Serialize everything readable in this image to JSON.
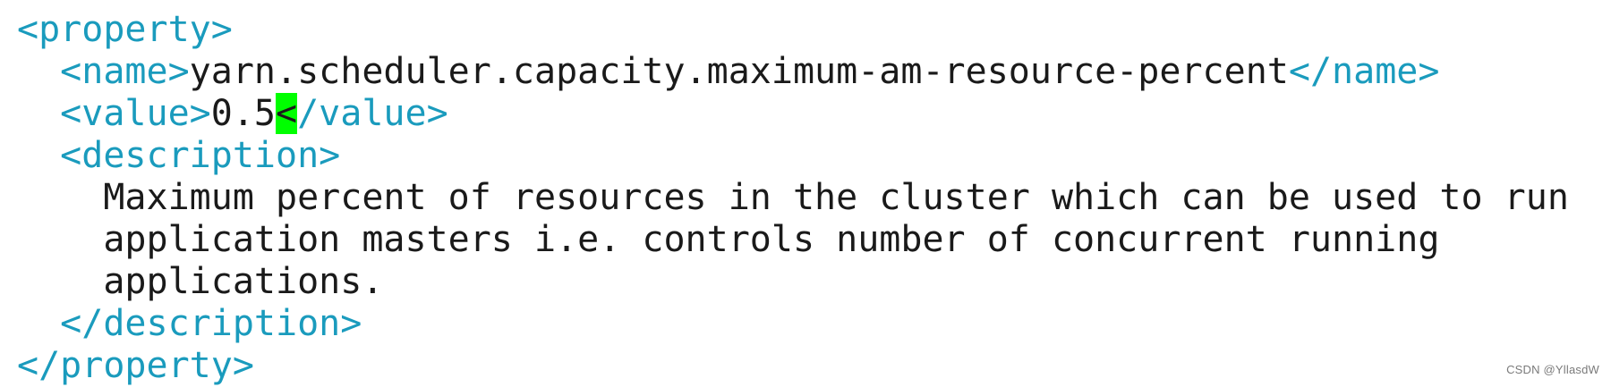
{
  "editor": {
    "lines": [
      {
        "indent": "",
        "open_tag": "<property>"
      },
      {
        "indent": "  ",
        "open_tag": "<name>",
        "text": "yarn.scheduler.capacity.maximum-am-resource-percent",
        "close_tag": "</name>"
      },
      {
        "indent": "  ",
        "open_tag": "<value>",
        "text": "0.5",
        "cursor_char": "<",
        "close_tag_rest": "/value>"
      },
      {
        "indent": "  ",
        "open_tag": "<description>"
      },
      {
        "indent": "    ",
        "text": "Maximum percent of resources in the cluster which can be used to run"
      },
      {
        "indent": "    ",
        "text": "application masters i.e. controls number of concurrent running"
      },
      {
        "indent": "    ",
        "text": "applications."
      },
      {
        "indent": "  ",
        "close_tag": "</description>"
      },
      {
        "indent": "",
        "close_tag": "</property>"
      }
    ],
    "colors": {
      "tag": "#1a9bbd",
      "text": "#1a1a1a",
      "cursor": "#00ff00",
      "background": "#ffffff"
    }
  },
  "watermark": {
    "text": "CSDN @YllasdW"
  }
}
